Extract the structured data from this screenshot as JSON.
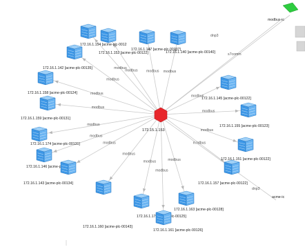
{
  "hub": {
    "label": "172.15.1.153",
    "color": "#e8262b",
    "icon": "red-hexagon-hub-icon"
  },
  "nodes": [
    {
      "id": "n1",
      "label": "172.16.1.154 [acme-plc-0012",
      "edge_label": "modbus"
    },
    {
      "id": "n2",
      "label": "172.16.1.152 [acme-plc-00122]",
      "edge_label": "modbus"
    },
    {
      "id": "n3",
      "label": "172.16.1.147 [acme-plc-00137]",
      "edge_label": "modbus"
    },
    {
      "id": "n4",
      "label": "172.16.1.140 [acme-plc-00140]",
      "edge_label": "modbus"
    },
    {
      "id": "n5",
      "label": "172.16.1.145 [acme-plc-00122]",
      "edge_label": "modbus"
    },
    {
      "id": "n6",
      "label": "172.16.1.155 [acme-plc-00123]",
      "edge_label": "modbus"
    },
    {
      "id": "n7",
      "label": "172.16.1.142 [acme-plc-00135]",
      "edge_label": "modbus"
    },
    {
      "id": "n8",
      "label": "172.16.1.158 [acme-plc-00124]",
      "edge_label": "modbus"
    },
    {
      "id": "n9",
      "label": "172.16.1.159 [acme-plc-00131]",
      "edge_label": "modbus"
    },
    {
      "id": "n10",
      "label": "172.16.1.174 [acme-plc-00131]",
      "edge_label": "modbus"
    },
    {
      "id": "n11",
      "label": "172.16.1.146 [acme-plc-00139]",
      "edge_label": "modbus"
    },
    {
      "id": "n12",
      "label": "172.16.1.151 [acme-plc-00122]",
      "edge_label": "modbus"
    },
    {
      "id": "n13",
      "label": "172.16.1.157 [acme-plc-00122]",
      "edge_label": "modbus"
    },
    {
      "id": "n14",
      "label": "172.16.1.163 [acme-plc-00128]",
      "edge_label": "modbus"
    },
    {
      "id": "n15",
      "label": "172.16.1.175 [acme-plc-00125]",
      "edge_label": "modbus"
    },
    {
      "id": "n16",
      "label": "172.16.1.160 [acme-plc-00143]",
      "edge_label": "modbus"
    },
    {
      "id": "n17",
      "label": "172.16.1.143 [acme-plc-00134]",
      "edge_label": "modbus"
    },
    {
      "id": "n18",
      "label": "172.16.1.161 [acme-plc-00126]",
      "edge_label": "modbus"
    }
  ],
  "external": {
    "top_label": "modbus-ic",
    "side_label": "acme-ic",
    "edge_labels": [
      "dnp3",
      "s7comm",
      "dnp3"
    ],
    "accent": "#2ecc40"
  },
  "colors": {
    "node": "#3d97e6",
    "hub": "#e8262b",
    "edge": "#c9c9c9"
  }
}
